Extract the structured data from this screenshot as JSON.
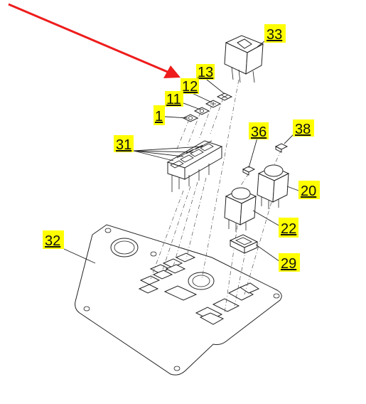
{
  "callouts": [
    {
      "id": "c33",
      "label": "33"
    },
    {
      "id": "c13",
      "label": "13"
    },
    {
      "id": "c12",
      "label": "12"
    },
    {
      "id": "c11",
      "label": "11"
    },
    {
      "id": "c1",
      "label": "1"
    },
    {
      "id": "c31",
      "label": "31"
    },
    {
      "id": "c36",
      "label": "36"
    },
    {
      "id": "c38",
      "label": "38"
    },
    {
      "id": "c20",
      "label": "20"
    },
    {
      "id": "c22",
      "label": "22"
    },
    {
      "id": "c29",
      "label": "29"
    },
    {
      "id": "c32",
      "label": "32"
    }
  ],
  "colors": {
    "arrow": "#ee1c1c",
    "callout_fill": "#ffff00"
  }
}
